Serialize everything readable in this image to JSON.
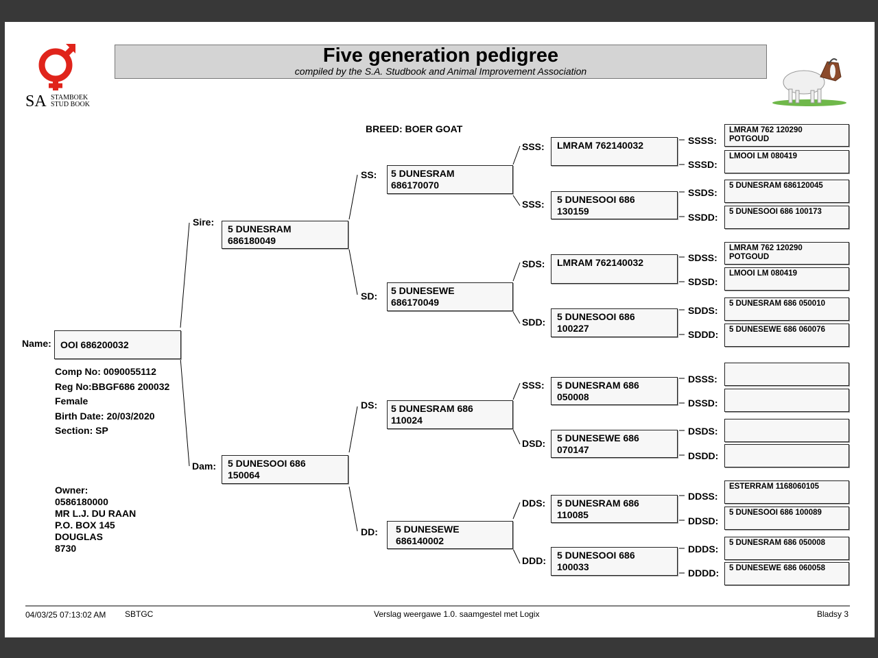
{
  "header": {
    "title": "Five generation pedigree",
    "subtitle": "compiled by the S.A. Studbook and Animal Improvement Association",
    "logo_text_sa": "SA",
    "logo_text_1": "STAMBOEK",
    "logo_text_2": "STUD BOOK",
    "logo_color": "#e0241b"
  },
  "breed": "BREED: BOER GOAT",
  "animal": {
    "name_label": "Name:",
    "name": "OOI 686200032",
    "comp_no": "Comp No: 0090055112",
    "reg_no": "Reg No:BBGF686 200032",
    "sex": "Female",
    "birth_date": "Birth Date: 20/03/2020",
    "section": "Section: SP"
  },
  "owner": {
    "label": "Owner:",
    "number": "0586180000",
    "name": "MR L.J. DU RAAN",
    "address": "P.O. BOX 145",
    "town": "DOUGLAS",
    "code": "8730"
  },
  "labels": {
    "sire": "Sire:",
    "dam": "Dam:",
    "ss": "SS:",
    "sd": "SD:",
    "ds": "DS:",
    "dd": "DD:",
    "sss": "SSS:",
    "ssd": "SSS:",
    "sds": "SDS:",
    "sdd": "SDD:",
    "dss": "SSS:",
    "dsd": "DSD:",
    "dds": "DDS:",
    "ddd": "DDD:",
    "ssss": "SSSS:",
    "sssd": "SSSD:",
    "ssds": "SSDS:",
    "ssdd": "SSDD:",
    "sdss": "SDSS:",
    "sdsd": "SDSD:",
    "sdds": "SDDS:",
    "sddd": "SDDD:",
    "dsss": "DSSS:",
    "dssd": "DSSD:",
    "dsds": "DSDS:",
    "dsdd": "DSDD:",
    "ddss": "DDSS:",
    "ddsd": "DDSD:",
    "ddds": "DDDS:",
    "dddd": "DDDD:"
  },
  "gen1": {
    "sire": [
      "5 DUNESRAM",
      "686180049"
    ],
    "dam": [
      "5 DUNESOOI 686",
      "150064"
    ]
  },
  "gen2": {
    "ss": [
      "5 DUNESRAM",
      "686170070"
    ],
    "sd": [
      "5 DUNESEWE",
      "686170049"
    ],
    "ds": [
      "5 DUNESRAM 686",
      "110024"
    ],
    "dd": [
      "5 DUNESEWE",
      "686140002"
    ]
  },
  "gen3": {
    "sss": [
      "LMRAM 762140032",
      ""
    ],
    "ssd": [
      "5 DUNESOOI 686",
      "130159"
    ],
    "sds": [
      "LMRAM 762140032",
      ""
    ],
    "sdd": [
      "5 DUNESOOI 686",
      "100227"
    ],
    "dss": [
      "5 DUNESRAM 686",
      "050008"
    ],
    "dsd": [
      "5 DUNESEWE 686",
      "070147"
    ],
    "dds": [
      "5 DUNESRAM 686",
      "110085"
    ],
    "ddd": [
      "5 DUNESOOI 686",
      "100033"
    ]
  },
  "gen4": {
    "ssss": [
      "LMRAM 762 120290",
      "POTGOUD"
    ],
    "sssd": [
      "LMOOI LM 080419",
      ""
    ],
    "ssds": [
      "5 DUNESRAM 686120045",
      ""
    ],
    "ssdd": [
      "5 DUNESOOI 686 100173",
      ""
    ],
    "sdss": [
      "LMRAM 762 120290",
      "POTGOUD"
    ],
    "sdsd": [
      "LMOOI LM 080419",
      ""
    ],
    "sdds": [
      "5 DUNESRAM 686 050010",
      ""
    ],
    "sddd": [
      "5 DUNESEWE 686 060076",
      ""
    ],
    "dsss": [
      "",
      ""
    ],
    "dssd": [
      "",
      ""
    ],
    "dsds": [
      "",
      ""
    ],
    "dsdd": [
      "",
      ""
    ],
    "ddss": [
      "ESTERRAM 1168060105",
      ""
    ],
    "ddsd": [
      "5 DUNESOOI 686 100089",
      ""
    ],
    "ddds": [
      "5 DUNESRAM 686 050008",
      ""
    ],
    "dddd": [
      "5 DUNESEWE 686 060058",
      ""
    ]
  },
  "footer": {
    "datetime": "04/03/25 07:13:02 AM",
    "code": "SBTGC",
    "center": "Verslag weergawe 1.0. saamgestel met Logix",
    "page": "Bladsy 3"
  }
}
